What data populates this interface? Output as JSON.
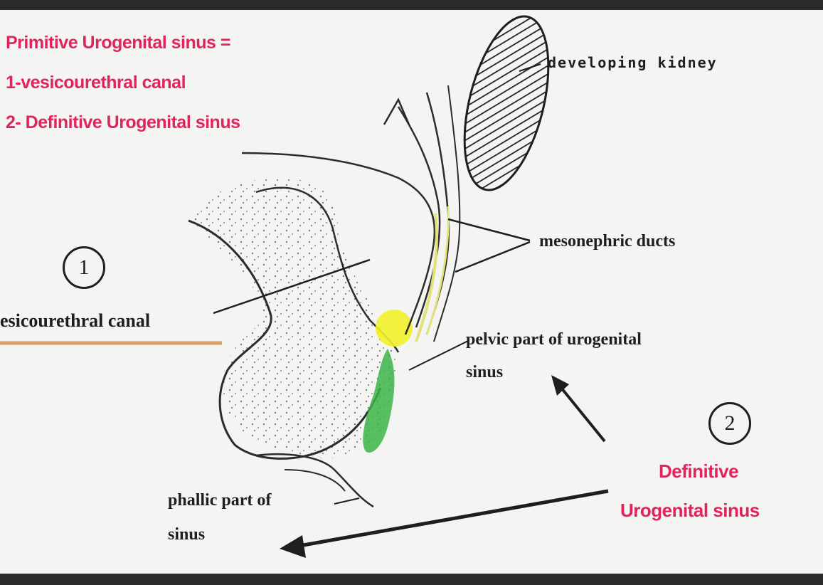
{
  "title_block": {
    "line1": "Primitive Urogenital sinus =",
    "line2": "1-vesicourethral canal",
    "line3": "2- Definitive Urogenital sinus"
  },
  "labels": {
    "developing_kidney": "developing kidney",
    "mesonephric_ducts": "mesonephric ducts",
    "vesicourethral_canal": "esicourethral canal",
    "pelvic_part_line1": "pelvic part of urogenital",
    "pelvic_part_line2": "sinus",
    "phallic_part_line1": "phallic part of",
    "phallic_part_line2": "sinus",
    "definitive_line1": "Definitive",
    "definitive_line2": "Urogenital sinus"
  },
  "markers": {
    "one": "1",
    "two": "2"
  },
  "colors": {
    "accent_pink": "#e0245e",
    "highlight_yellow": "#f2f22a",
    "highlight_green": "#3cb449",
    "ink": "#1e1e1e",
    "underline_orange": "#d9a066"
  }
}
